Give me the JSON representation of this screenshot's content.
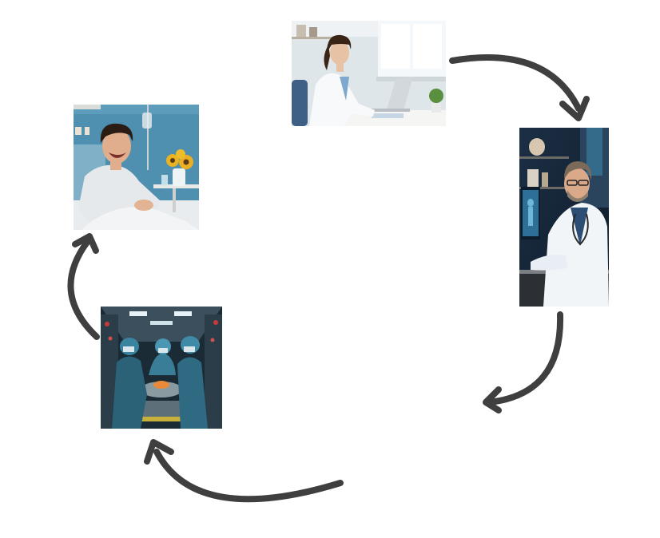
{
  "diagram": {
    "type": "cycle",
    "arrow_color": "#3f3f3f",
    "steps": [
      {
        "id": "doctor-laptop",
        "icon": "doctor-typing-on-laptop-photo"
      },
      {
        "id": "doctor-computer",
        "icon": "doctor-at-computer-photo"
      },
      {
        "id": "surgery",
        "icon": "surgical-team-operating-photo"
      },
      {
        "id": "patient-recovery",
        "icon": "happy-patient-in-hospital-bed-photo"
      }
    ]
  }
}
